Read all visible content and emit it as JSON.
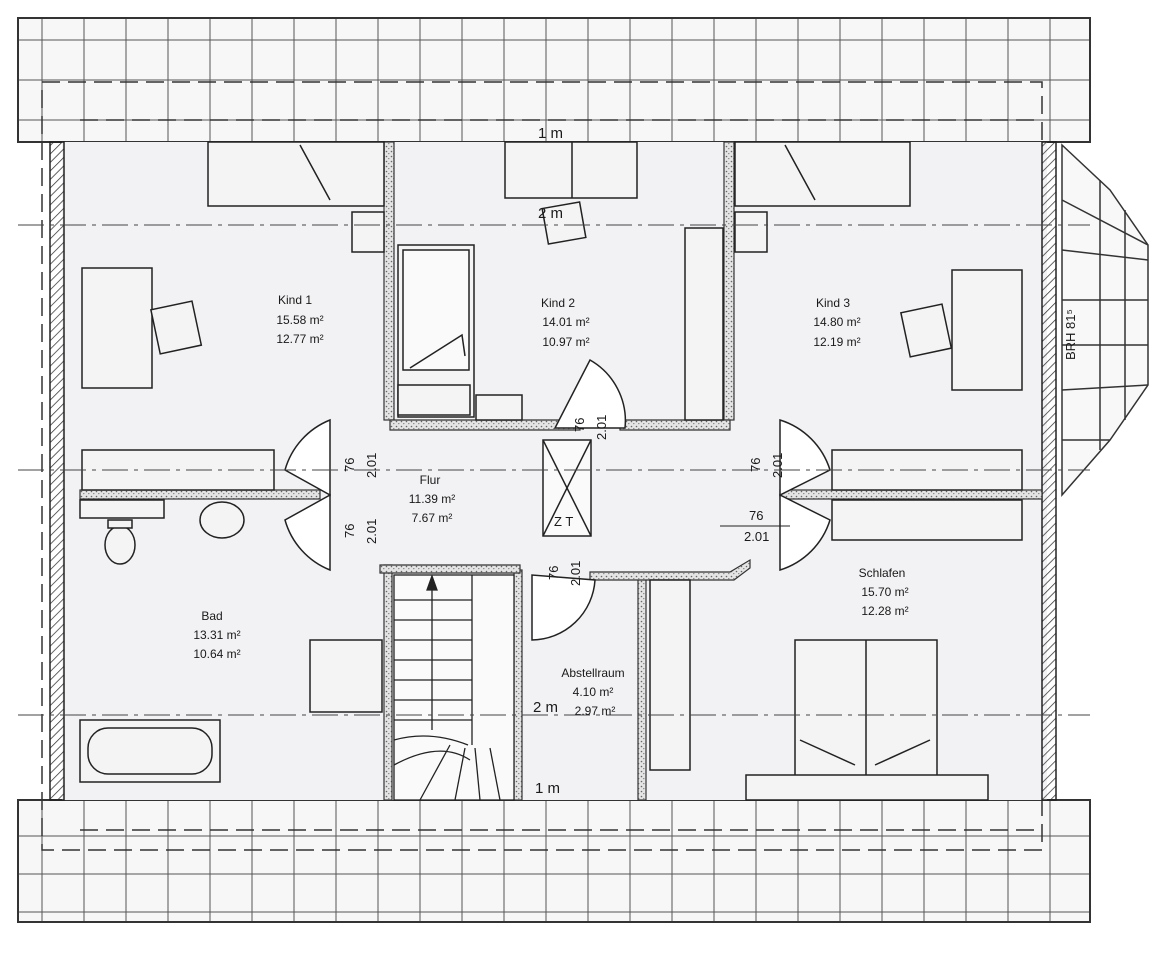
{
  "rooms": {
    "kind1": {
      "name": "Kind 1",
      "area1": "15.58 m²",
      "area2": "12.77 m²"
    },
    "kind2": {
      "name": "Kind 2",
      "area1": "14.01 m²",
      "area2": "10.97 m²"
    },
    "kind3": {
      "name": "Kind 3",
      "area1": "14.80 m²",
      "area2": "12.19 m²"
    },
    "flur": {
      "name": "Flur",
      "area1": "11.39 m²",
      "area2": "7.67 m²"
    },
    "bad": {
      "name": "Bad",
      "area1": "13.31 m²",
      "area2": "10.64 m²"
    },
    "abstellraum": {
      "name": "Abstellraum",
      "area1": "4.10 m²",
      "area2": "2.97 m²"
    },
    "schlafen": {
      "name": "Schlafen",
      "area1": "15.70 m²",
      "area2": "12.28 m²"
    }
  },
  "doors": {
    "width": "76",
    "height": "2.01"
  },
  "markers": {
    "scale_1m": "1 m",
    "scale_2m": "2 m",
    "zt": "Z T",
    "brh": "BRH 81⁵",
    "window_2m": "2 m",
    "top_1m": "1 m"
  }
}
